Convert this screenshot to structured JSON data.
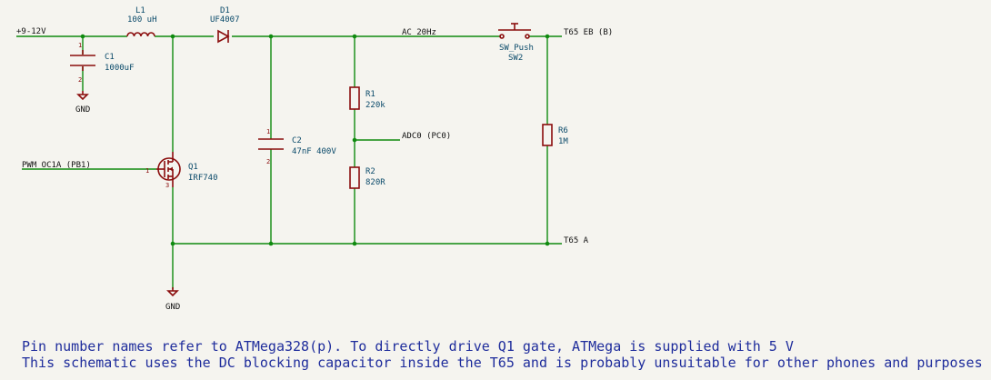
{
  "nets": {
    "supply": "+9-12V",
    "ac": "AC 20Hz",
    "pwm": "PWM OC1A (PB1)",
    "adc": "ADC0 (PC0)",
    "t65_eb": "T65 EB (B)",
    "t65_a": "T65 A",
    "gnd": "GND"
  },
  "components": {
    "L1": {
      "ref": "L1",
      "value": "100 uH"
    },
    "D1": {
      "ref": "D1",
      "value": "UF4007"
    },
    "C1": {
      "ref": "C1",
      "value": "1000uF"
    },
    "C2": {
      "ref": "C2",
      "value": "47nF 400V"
    },
    "R1": {
      "ref": "R1",
      "value": "220k"
    },
    "R2": {
      "ref": "R2",
      "value": "820R"
    },
    "R6": {
      "ref": "R6",
      "value": "1M"
    },
    "Q1": {
      "ref": "Q1",
      "value": "IRF740"
    },
    "SW2": {
      "ref": "SW2",
      "value": "SW_Push"
    }
  },
  "pins": {
    "one": "1",
    "two": "2",
    "three": "3"
  },
  "notes": [
    "Pin number names refer to ATMega328(p). To directly drive Q1 gate, ATMega is supplied with 5 V",
    "This schematic uses the DC blocking capacitor inside the T65 and is probably unsuitable for other phones and purposes"
  ]
}
